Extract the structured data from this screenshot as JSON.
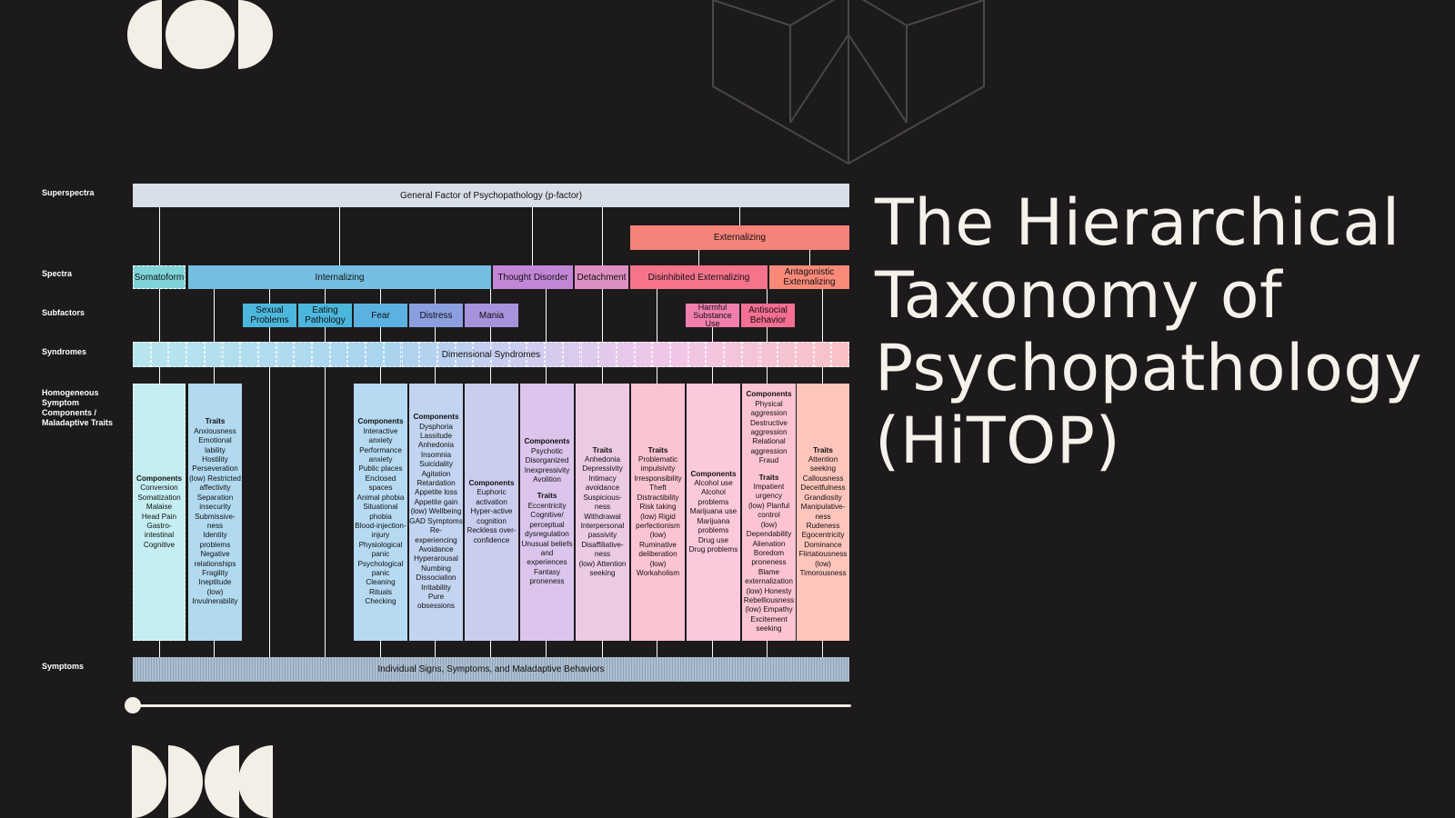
{
  "title": "The Hierarchical Taxonomy of Psychopathology (HiTOP)",
  "colors": {
    "background": "#1c1a1b",
    "cream": "#f4efe6"
  },
  "row_labels": {
    "superspectra": "Superspectra",
    "spectra": "Spectra",
    "subfactors": "Subfactors",
    "syndromes": "Syndromes",
    "components": "Homogeneous Symptom Components / Maladaptive Traits",
    "symptoms": "Symptoms"
  },
  "superspectra": {
    "general": "General Factor of Psychopathology (p-factor)",
    "externalizing": "Externalizing"
  },
  "spectra": {
    "somatoform": "Somatoform",
    "internalizing": "Internalizing",
    "thought": "Thought Disorder",
    "detachment": "Detachment",
    "disinhibited": "Disinhibited Externalizing",
    "antagonistic": "Antagonistic Externalizing"
  },
  "subfactors": {
    "sexual": "Sexual Problems",
    "eating": "Eating Pathology",
    "fear": "Fear",
    "distress": "Distress",
    "mania": "Mania",
    "harmful": "Harmful Substance Use",
    "antisocial": "Antisocial Behavior"
  },
  "syndromes": "Dimensional Syndromes",
  "symptoms": "Individual Signs, Symptoms, and Maladaptive Behaviors",
  "columns": {
    "somatoform": {
      "header": "Components",
      "items": [
        "Conversion",
        "Somatization",
        "Malaise",
        "Head Pain",
        "Gastro-intestinal",
        "Cognitive"
      ]
    },
    "internalizing": {
      "header": "Traits",
      "items": [
        "Anxiousness",
        "Emotional lability",
        "Hostility",
        "Perseveration",
        "(low) Restricted affectivity",
        "Separation insecurity",
        "Submissive-ness",
        "Identity problems",
        "Negative relationships",
        "Fragility",
        "Ineptitude",
        "(low) Invulnerability"
      ]
    },
    "fear": {
      "header": "Components",
      "items": [
        "Interactive anxiety",
        "Performance anxiety",
        "Public places",
        "Enclosed spaces",
        "Animal phobia",
        "Situational phobia",
        "Blood-injection-injury",
        "Physiological panic",
        "Psychological panic",
        "Cleaning",
        "Rituals",
        "Checking"
      ]
    },
    "distress": {
      "header": "Components",
      "items": [
        "Dysphoria",
        "Lassitude",
        "Anhedonia",
        "Insomnia",
        "Suicidality",
        "Agitation",
        "Retardation",
        "Appetite loss",
        "Appetite gain",
        "(low) Wellbeing",
        "GAD Symptoms",
        "Re-experiencing",
        "Avoidance",
        "Hyperarousal",
        "Numbing",
        "Dissociation",
        "Irritability",
        "Pure obsessions"
      ]
    },
    "mania": {
      "header": "Components",
      "items": [
        "Euphoric activation",
        "Hyper-active cognition",
        "Reckless over-confidence"
      ]
    },
    "thought": {
      "header": "Components",
      "items": [
        "Psychotic",
        "Disorganized",
        "Inexpressivity",
        "Avolition"
      ],
      "header2": "Traits",
      "items2": [
        "Eccentricity",
        "Cognitive/ perceptual dysregulation",
        "Unusual beliefs and experiences",
        "Fantasy proneness"
      ]
    },
    "detachment": {
      "header": "Traits",
      "items": [
        "Anhedonia",
        "Depressivity",
        "Intimacy avoidance",
        "Suspicious-ness",
        "Withdrawal",
        "Interpersonal passivity",
        "Disaffiliative-ness",
        "(low) Attention seeking"
      ]
    },
    "disinhibited": {
      "header": "Traits",
      "items": [
        "Problematic impulsivity",
        "Irresponsibility",
        "Theft",
        "Distractibility",
        "Risk taking",
        "(low) Rigid perfectionism",
        "(low) Ruminative deliberation",
        "(low) Workaholism"
      ]
    },
    "harmful": {
      "header": "Components",
      "items": [
        "Alcohol use",
        "Alcohol problems",
        "Marijuana use",
        "Marijuana problems",
        "Drug use",
        "Drug problems"
      ]
    },
    "antisocial": {
      "header": "Components",
      "items": [
        "Physical aggression",
        "Destructive aggression",
        "Relational aggression",
        "Fraud"
      ],
      "header2": "Traits",
      "items2": [
        "Impatient urgency",
        "(low) Planful control",
        "(low) Dependability",
        "Alienation",
        "Boredom proneness",
        "Blame externalization",
        "(low) Honesty",
        "Rebelliousness",
        "(low) Empathy",
        "Excitement seeking"
      ]
    },
    "antagonistic": {
      "header": "Traits",
      "items": [
        "Attention seeking",
        "Callousness",
        "Deceitfulness",
        "Grandiosity",
        "Manipulative-ness",
        "Rudeness",
        "Egocentricity",
        "Dominance",
        "Flirtatiousness",
        "(low) Timorousness"
      ]
    }
  }
}
